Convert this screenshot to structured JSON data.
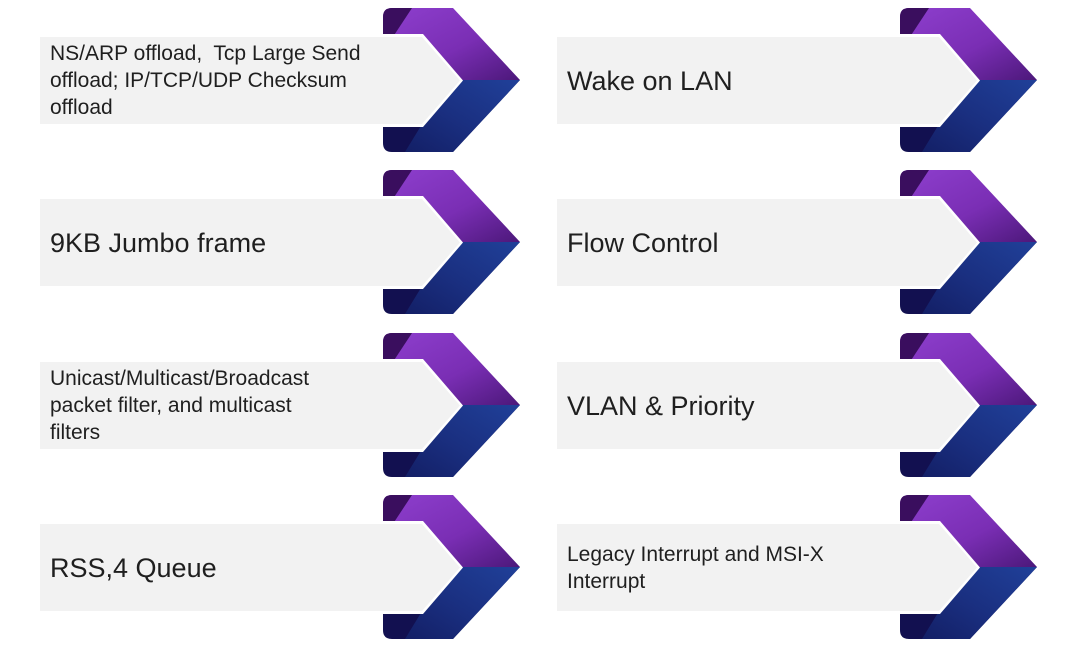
{
  "items": [
    "NS/ARP offload,  Tcp Large Send\noffload; IP/TCP/UDP Checksum\noffload",
    "9KB Jumbo frame",
    "Unicast/Multicast/Broadcast\npacket filter, and multicast\nfilters",
    "RSS,4 Queue",
    "Wake on LAN",
    "Flow Control",
    "VLAN & Priority",
    "Legacy Interrupt and MSI-X\nInterrupt"
  ],
  "icon": "chevron-ribbon-arrow",
  "colors": {
    "box-bg": "#f2f2f2",
    "label-text": "#1f1f1f",
    "purple-bright": "#8e3fce",
    "purple-mid": "#7a2eb4",
    "purple-tip": "#4c187a",
    "purple-fold": "#3a0e5e",
    "navy-bright": "#204099",
    "navy-mid": "#1a2f80",
    "navy-dark": "#131f66",
    "navy-fold": "#121050",
    "page-bg": "#ffffff"
  }
}
